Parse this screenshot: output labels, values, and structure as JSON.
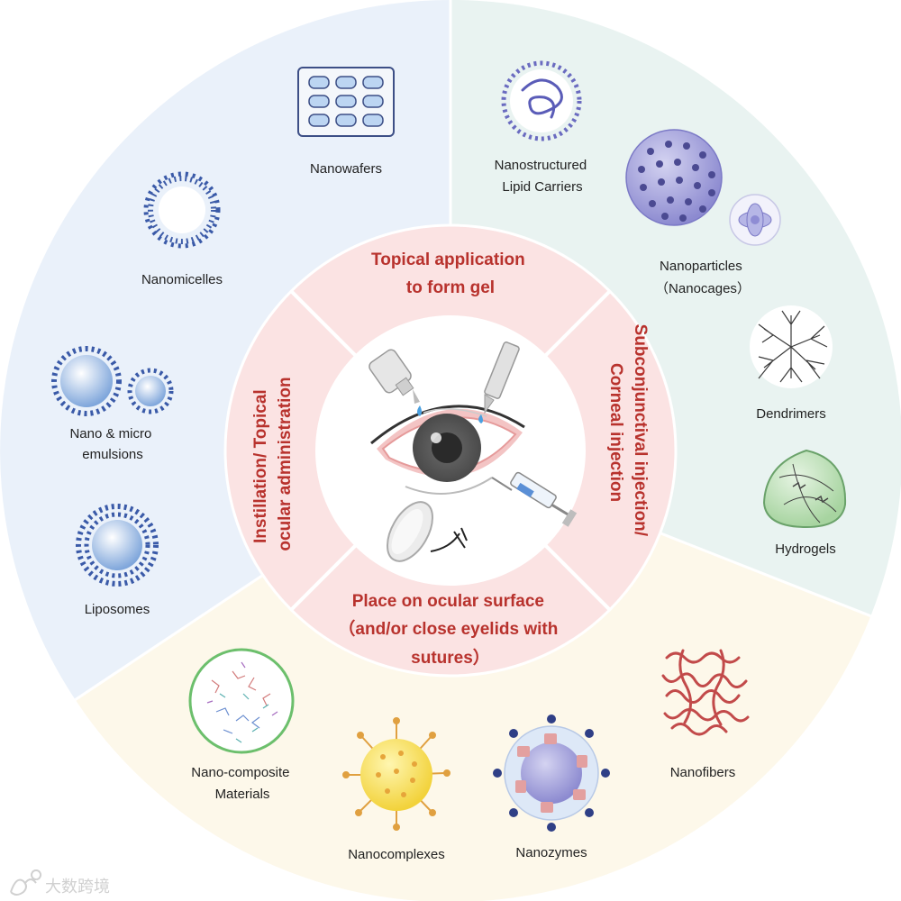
{
  "outer_labels": {
    "nanowafers": "Nanowafers",
    "nanomicelles": "Nanomicelles",
    "emulsions_1": "Nano & micro",
    "emulsions_2": "emulsions",
    "liposomes": "Liposomes",
    "nlc_1": "Nanostructured",
    "nlc_2": "Lipid Carriers",
    "nanoparticles_1": "Nanoparticles",
    "nanoparticles_2": "（Nanocages）",
    "dendrimers": "Dendrimers",
    "hydrogels": "Hydrogels",
    "nanocomposite_1": "Nano-composite",
    "nanocomposite_2": "Materials",
    "nanocomplexes": "Nanocomplexes",
    "nanozymes": "Nanozymes",
    "nanofibers": "Nanofibers"
  },
  "routes": {
    "topical_1": "Topical application",
    "topical_2": "to form gel",
    "instill_1": "Instillation/ Topical",
    "instill_2": "ocular administration",
    "subconj_1": "Subconjunctival injection/",
    "subconj_2": "Corneal injection",
    "surface_1": "Place on ocular surface",
    "surface_2": "（and/or close eyelids with",
    "surface_3": "sutures）"
  },
  "watermark": "大数跨境",
  "colors": {
    "route_text": "#b8322d",
    "inner_ring": "#fbe3e3",
    "sector_blue": "#eaf1fa",
    "sector_green": "#e9f3f1",
    "sector_yellow": "#fdf8ea"
  }
}
